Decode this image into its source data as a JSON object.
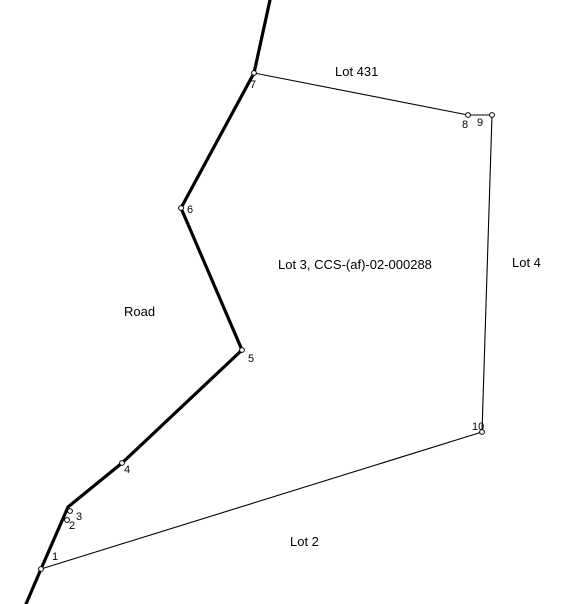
{
  "diagram": {
    "labels": {
      "lot_431": "Lot 431",
      "lot_3": "Lot 3, CCS-(af)-02-000288",
      "lot_4": "Lot 4",
      "lot_2": "Lot 2",
      "road": "Road"
    },
    "points": [
      {
        "id": "1",
        "label": "1"
      },
      {
        "id": "2",
        "label": "2"
      },
      {
        "id": "3",
        "label": "3"
      },
      {
        "id": "4",
        "label": "4"
      },
      {
        "id": "5",
        "label": "5"
      },
      {
        "id": "6",
        "label": "6"
      },
      {
        "id": "7",
        "label": "7"
      },
      {
        "id": "8",
        "label": "8"
      },
      {
        "id": "9",
        "label": "9"
      },
      {
        "id": "10",
        "label": "10"
      }
    ],
    "colors": {
      "line": "#000000",
      "background": "#ffffff"
    }
  }
}
